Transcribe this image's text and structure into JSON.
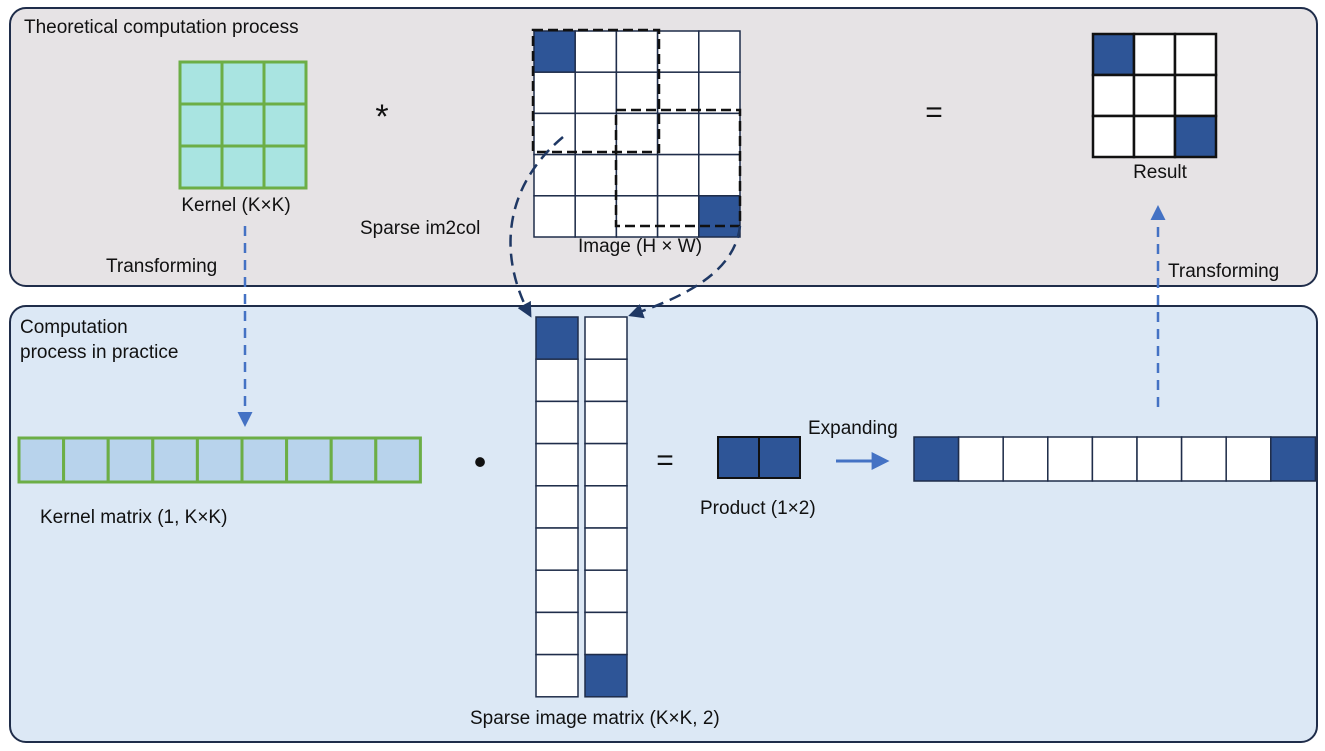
{
  "panels": {
    "top_title": "Theoretical computation process",
    "bottom_title_line1": "Computation",
    "bottom_title_line2": "process in practice"
  },
  "labels": {
    "kernel": "Kernel (K×K)",
    "image": "Image (H × W)",
    "result": "Result",
    "sparse_im2col": "Sparse im2col",
    "transforming_left": "Transforming",
    "transforming_right": "Transforming",
    "kernel_matrix": "Kernel matrix  (1, K×K)",
    "sparse_image_matrix": "Sparse image matrix  (K×K, 2)",
    "product": "Product (1×2)",
    "expanding": "Expanding"
  },
  "operators": {
    "convolution": "*",
    "equals_top": "=",
    "dot": "•",
    "equals_bottom": "="
  },
  "colors": {
    "top_panel_bg": "#e6e3e5",
    "bottom_panel_bg": "#dce8f5",
    "panel_border": "#1f2d4a",
    "kernel_fill": "#a9e4e1",
    "kernel_border": "#6cae46",
    "kernel_matrix_fill": "#b8d3ec",
    "highlight": "#2e5597",
    "arrow_blue": "#4472c4",
    "arrow_dark": "#1f3864"
  },
  "grids": {
    "image_size": 5,
    "image_highlight": [
      [
        0,
        0
      ],
      [
        4,
        4
      ]
    ],
    "result_size": 3,
    "result_highlight": [
      [
        0,
        0
      ],
      [
        2,
        2
      ]
    ],
    "kernel_size": 3,
    "kernel_matrix_cells": 9,
    "sparse_rows": 9,
    "sparse_highlight": [
      [
        0,
        0
      ],
      [
        8,
        1
      ]
    ],
    "product_cells": 2,
    "expanded_cells": 9,
    "expanded_highlight": [
      0,
      8
    ]
  }
}
